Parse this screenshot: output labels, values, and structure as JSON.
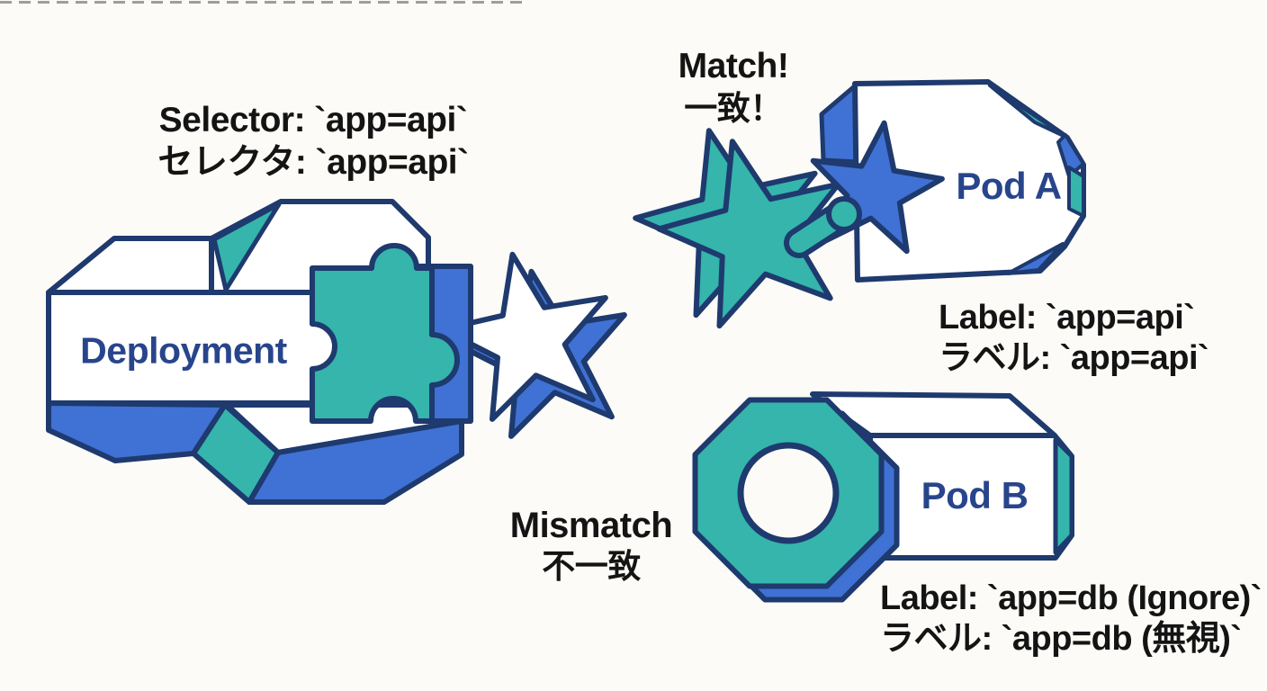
{
  "colors": {
    "teal": "#35b5ac",
    "blue": "#4071d4",
    "navy_outline": "#1e3a6e",
    "heading_navy": "#28458c",
    "text_black": "#141414",
    "background": "#fcfbf7"
  },
  "deployment": {
    "title": "Deployment",
    "selector_en": "Selector: `app=api`",
    "selector_ja": "セレクタ: `app=api`"
  },
  "match": {
    "line_en": "Match!",
    "line_ja": "一致！"
  },
  "mismatch": {
    "line_en": "Mismatch",
    "line_ja": "不一致"
  },
  "pod_a": {
    "title": "Pod A",
    "label_en": "Label: `app=api`",
    "label_ja": "ラベル: `app=api`"
  },
  "pod_b": {
    "title": "Pod B",
    "label_en": "Label: `app=db (Ignore)`",
    "label_ja": "ラベル: `app=db (無視)`"
  }
}
